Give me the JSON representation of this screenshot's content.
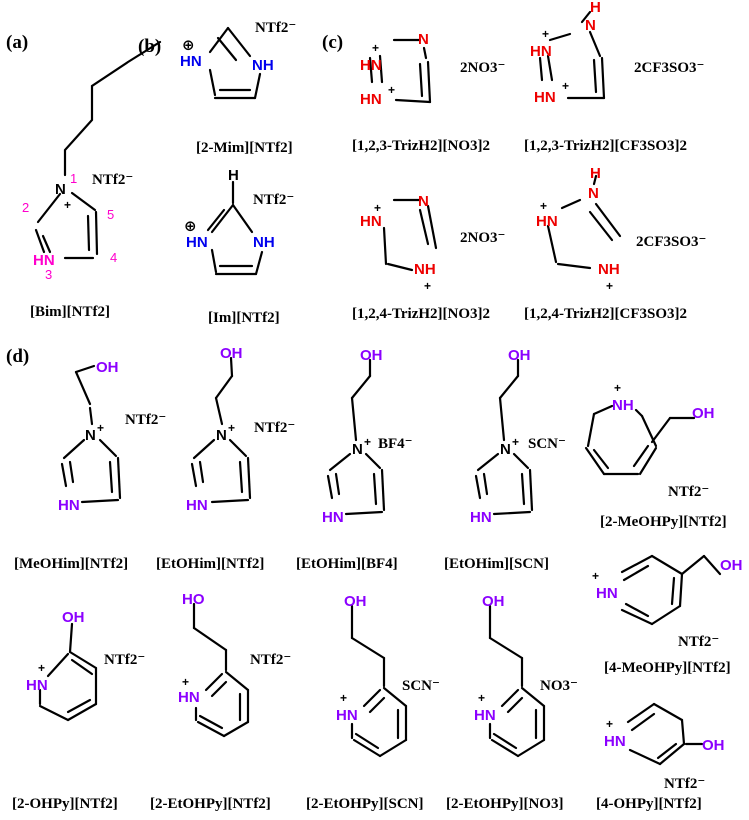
{
  "colors": {
    "blue_n": "#0000ee",
    "red_n": "#ee0000",
    "purple": "#8b00ff",
    "pink": "#ff00cc",
    "bond": "#000000"
  },
  "panels": {
    "a": "(a)",
    "b": "(b)",
    "c": "(c)",
    "d": "(d)"
  },
  "atoms": {
    "N": "N",
    "NH": "NH",
    "HN": "HN",
    "H": "H",
    "N_plus": "N+",
    "OH": "OH",
    "HO": "HO",
    "plus": "+",
    "circled_plus": "⊕"
  },
  "numbers": {
    "n1": "1",
    "n2": "2",
    "n3": "3",
    "n4": "4",
    "n5": "5"
  },
  "anions": {
    "ntf2": "NTf2⁻",
    "no3x2": "2NO3⁻",
    "otfx2": "2CF3SO3⁻",
    "bf4": "BF4⁻",
    "scn": "SCN⁻",
    "no3": "NO3⁻"
  },
  "names": {
    "bim": "[Bim][NTf2]",
    "mim2": "[2-Mim][NTf2]",
    "im": "[Im][NTf2]",
    "triz123_no3": "[1,2,3-TrizH2][NO3]2",
    "triz123_otf": "[1,2,3-TrizH2][CF3SO3]2",
    "triz124_no3": "[1,2,4-TrizH2][NO3]2",
    "triz124_otf": "[1,2,4-TrizH2][CF3SO3]2",
    "meohim": "[MeOHim][NTf2]",
    "etohim_ntf2": "[EtOHim][NTf2]",
    "etohim_bf4": "[EtOHim][BF4]",
    "etohim_scn": "[EtOHim][SCN]",
    "meohpy2": "[2-MeOHPy][NTf2]",
    "meohpy4": "[4-MeOHPy][NTf2]",
    "ohpy2": "[2-OHPy][NTf2]",
    "etohpy2_ntf2": "[2-EtOHPy][NTf2]",
    "etohpy2_scn": "[2-EtOHPy][SCN]",
    "etohpy2_no3": "[2-EtOHPy][NO3]",
    "ohpy4": "[4-OHPy][NTf2]"
  }
}
